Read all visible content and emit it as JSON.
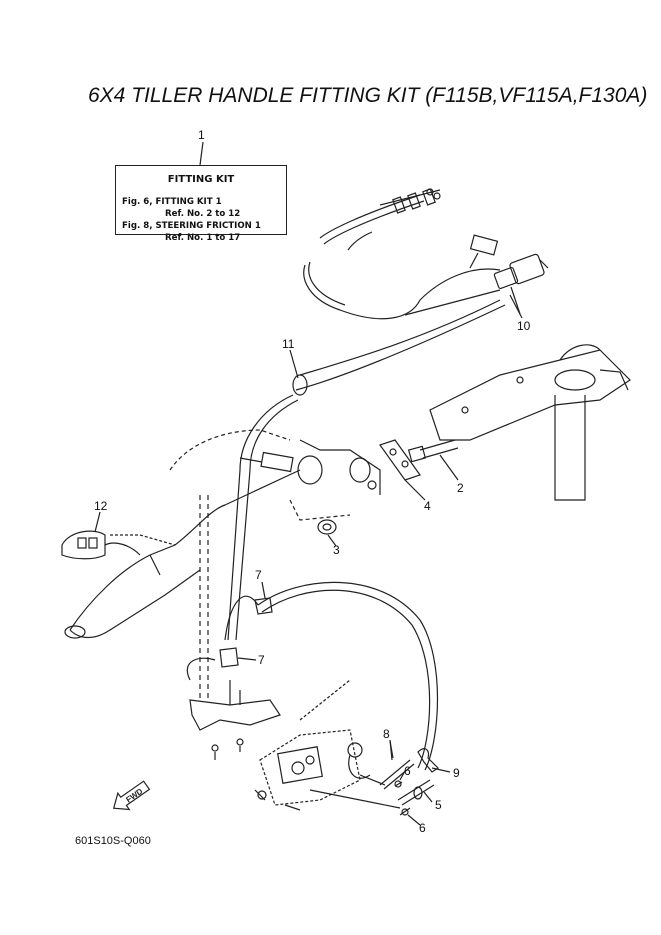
{
  "title": "6X4 TILLER HANDLE FITTING KIT (F115B,VF115A,F130A)",
  "kit_box": {
    "heading": "FITTING KIT",
    "lines": [
      "Fig. 6, FITTING KIT 1",
      "Ref. No. 2 to 12",
      "Fig. 8, STEERING FRICTION 1",
      "Ref. No. 1 to 17"
    ]
  },
  "callouts": [
    "1",
    "2",
    "3",
    "4",
    "5",
    "6",
    "6",
    "7",
    "7",
    "8",
    "9",
    "10",
    "11",
    "12"
  ],
  "fwd_label": "FWD",
  "diagram_code": "601S10S-Q060"
}
